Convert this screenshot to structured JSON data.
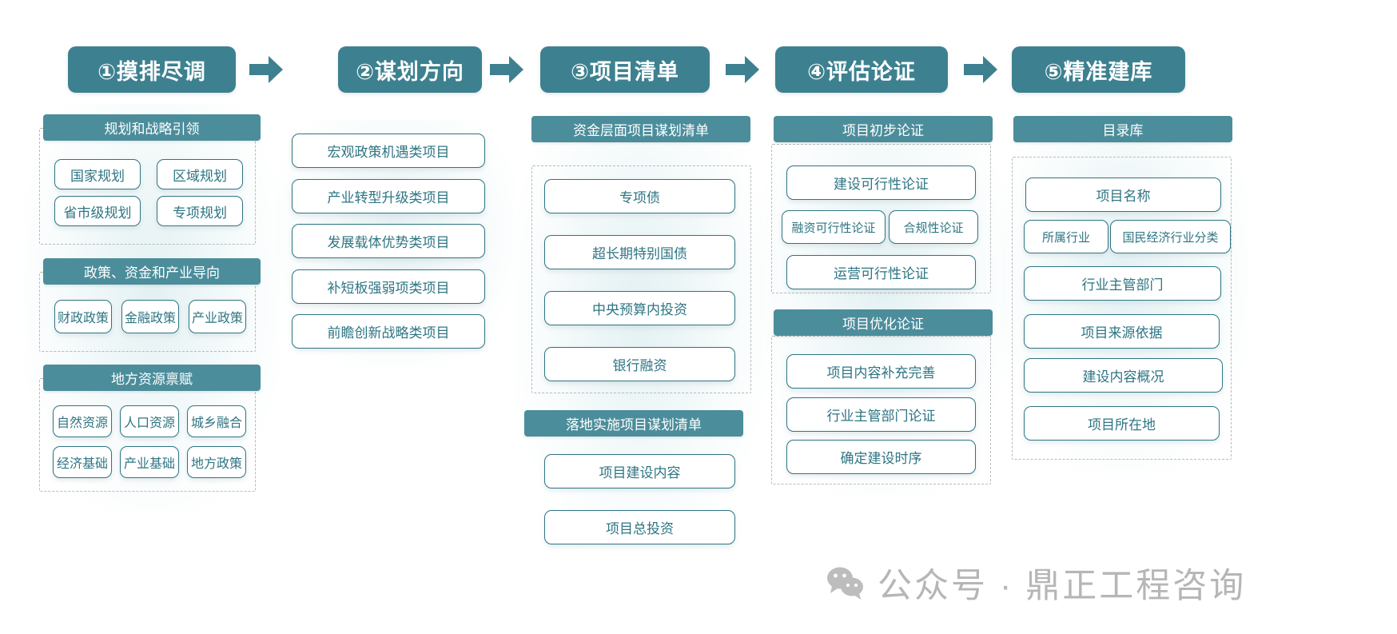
{
  "theme": {
    "header_bg": "#3d8190",
    "section_bg": "#4c8d9b",
    "chip_border": "#2e7583",
    "chip_text": "#2e7583",
    "dash_border": "#b9b9b9",
    "watermark_color": "#b6b6b6"
  },
  "stages": [
    {
      "id": "stage-1",
      "title": "①摸排尽调"
    },
    {
      "id": "stage-2",
      "title": "②谋划方向"
    },
    {
      "id": "stage-3",
      "title": "③项目清单"
    },
    {
      "id": "stage-4",
      "title": "④评估论证"
    },
    {
      "id": "stage-5",
      "title": "⑤精准建库"
    }
  ],
  "arrows": [
    {
      "id": "arrow-1-2",
      "icon": "arrow-right-icon"
    },
    {
      "id": "arrow-2-3",
      "icon": "arrow-right-icon"
    },
    {
      "id": "arrow-3-4",
      "icon": "arrow-right-icon"
    },
    {
      "id": "arrow-4-5",
      "icon": "arrow-right-icon"
    }
  ],
  "col1": {
    "section1": {
      "title": "规划和战略引领",
      "items": [
        "国家规划",
        "区域规划",
        "省市级规划",
        "专项规划"
      ]
    },
    "section2": {
      "title": "政策、资金和产业导向",
      "items": [
        "财政政策",
        "金融政策",
        "产业政策"
      ]
    },
    "section3": {
      "title": "地方资源禀赋",
      "items": [
        "自然资源",
        "人口资源",
        "城乡融合",
        "经济基础",
        "产业基础",
        "地方政策"
      ]
    }
  },
  "col2": {
    "items": [
      "宏观政策机遇类项目",
      "产业转型升级类项目",
      "发展载体优势类项目",
      "补短板强弱项类项目",
      "前瞻创新战略类项目"
    ]
  },
  "col3": {
    "section1": {
      "title": "资金层面项目谋划清单",
      "items": [
        "专项债",
        "超长期特别国债",
        "中央预算内投资",
        "银行融资"
      ]
    },
    "section2": {
      "title": "落地实施项目谋划清单",
      "items": [
        "项目建设内容",
        "项目总投资"
      ]
    }
  },
  "col4": {
    "section1": {
      "title": "项目初步论证",
      "items": [
        "建设可行性论证",
        "融资可行性论证",
        "合规性论证",
        "运营可行性论证"
      ]
    },
    "section2": {
      "title": "项目优化论证",
      "items": [
        "项目内容补充完善",
        "行业主管部门论证",
        "确定建设时序"
      ]
    }
  },
  "col5": {
    "section1": {
      "title": "目录库",
      "items": [
        "项目名称",
        "所属行业",
        "国民经济行业分类",
        "行业主管部门",
        "项目来源依据",
        "建设内容概况",
        "项目所在地"
      ]
    }
  },
  "watermark": {
    "icon": "wechat-icon",
    "text": "公众号 · 鼎正工程咨询"
  }
}
